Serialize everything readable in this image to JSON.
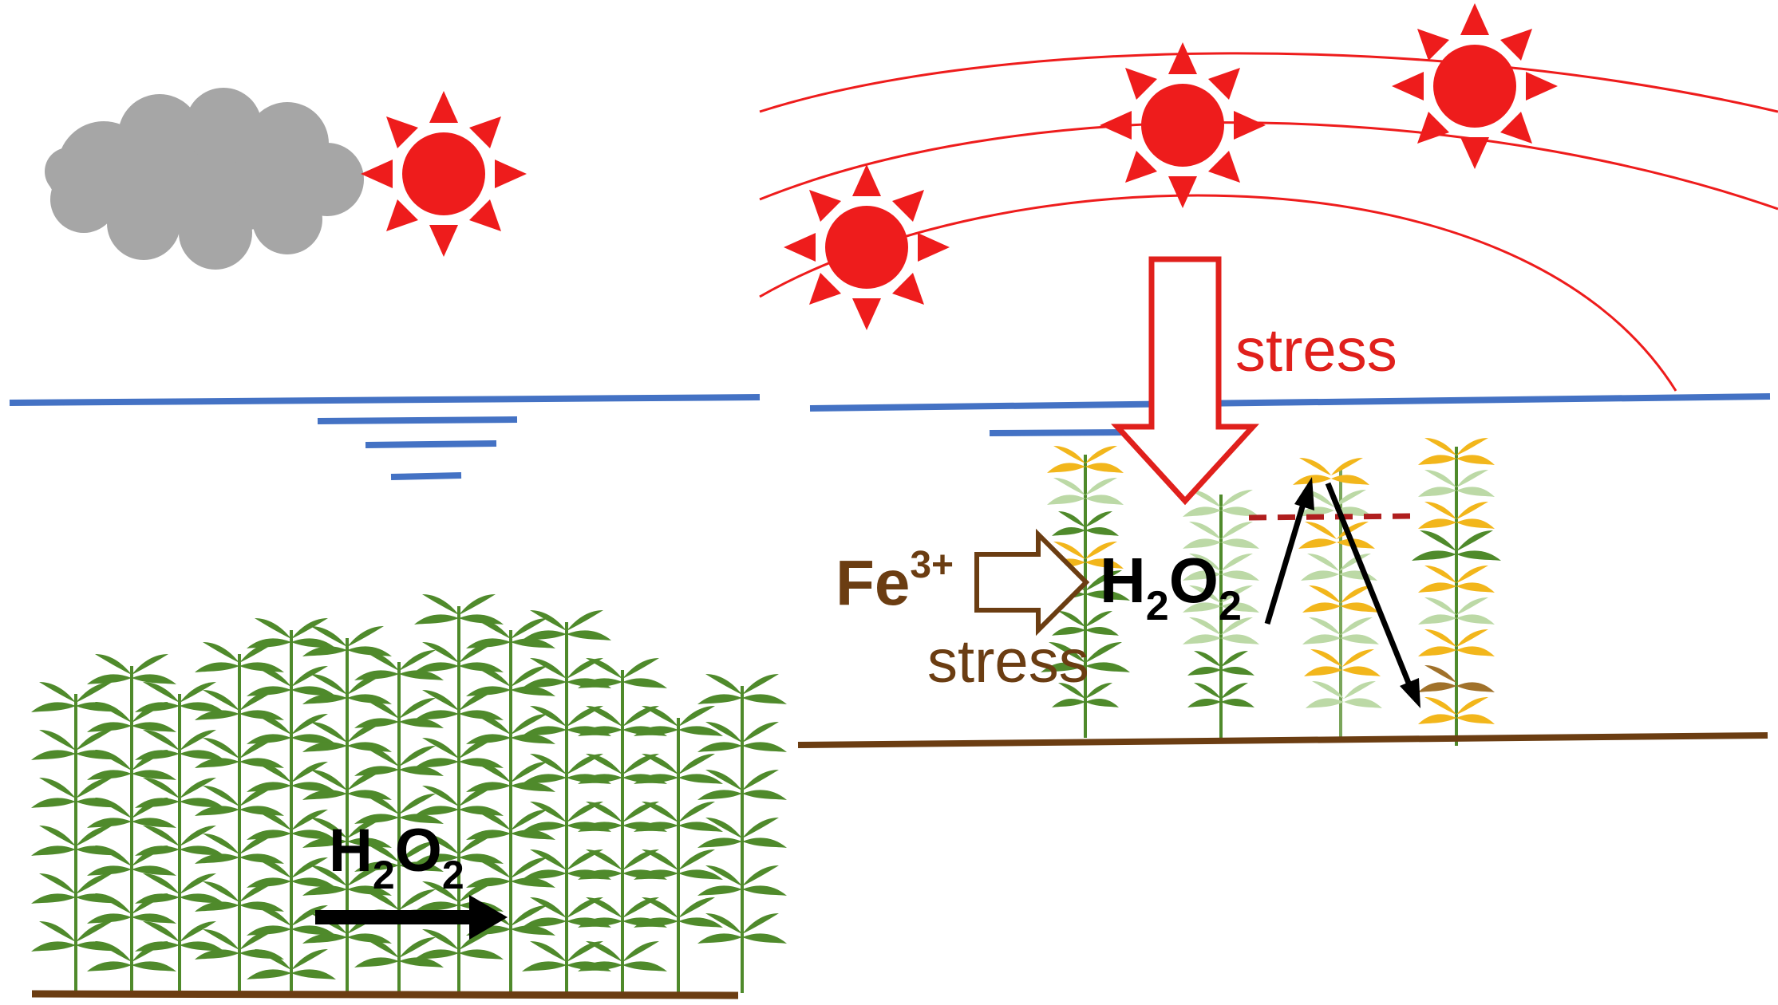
{
  "colors": {
    "sun": "#ee1c1c",
    "cloud": "#a6a6a6",
    "water": "#4472c4",
    "sediment": "#6b3d12",
    "plant_green": "#4f8a2b",
    "plant_light": "#bcd9a6",
    "plant_yellow": "#f2b61b",
    "plant_brown": "#a0712a",
    "stress_arrow": "#e0201c",
    "fe_label": "#6b3d12",
    "black": "#000000",
    "dashed_line": "#b01e1e"
  },
  "left_panel": {
    "h2o2": {
      "base": "H",
      "sub1": "2",
      "mid": "O",
      "sub2": "2"
    },
    "icons": [
      "cloud-icon",
      "sun-icon",
      "water-surface",
      "dense-plant-bed",
      "arrow-right-icon"
    ]
  },
  "right_panel": {
    "stress_top": "stress",
    "fe": {
      "base": "Fe",
      "sup": "3+"
    },
    "stress_fe": "stress",
    "h2o2": {
      "base": "H",
      "sub1": "2",
      "mid": "O",
      "sub2": "2"
    },
    "icons": [
      "sun-path-arcs",
      "sun-icon",
      "block-arrow-down-icon",
      "block-arrow-right-icon",
      "stressed-plants",
      "oscillation-arrows"
    ]
  }
}
